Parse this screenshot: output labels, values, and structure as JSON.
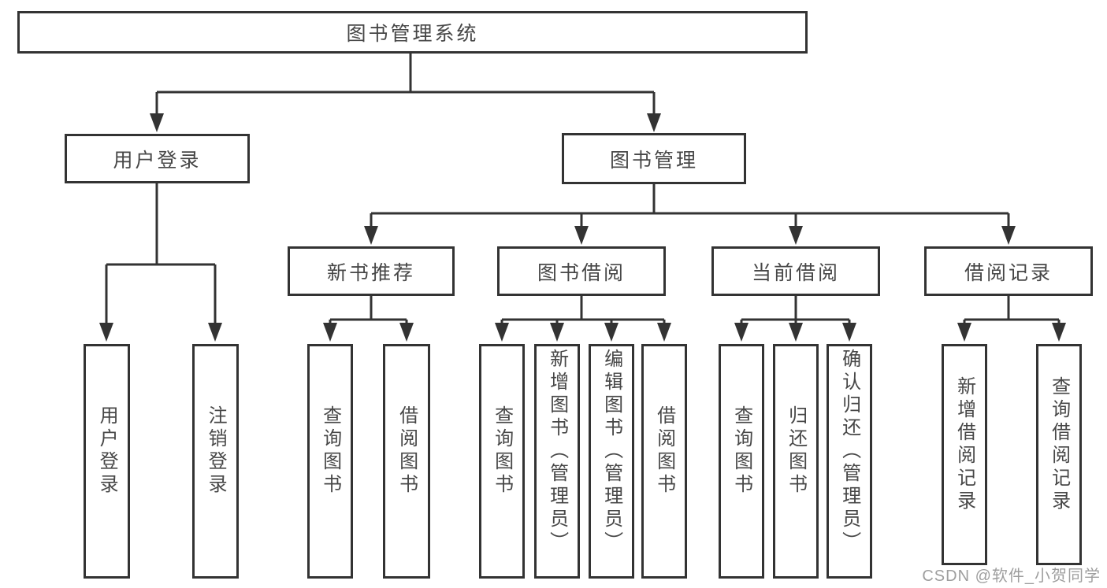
{
  "tree": {
    "label": "图书管理系统",
    "children": [
      {
        "label": "用户登录",
        "children": [
          {
            "label": "用户登录"
          },
          {
            "label": "注销登录"
          }
        ]
      },
      {
        "label": "图书管理",
        "children": [
          {
            "label": "新书推荐",
            "children": [
              {
                "label": "查询图书"
              },
              {
                "label": "借阅图书"
              }
            ]
          },
          {
            "label": "图书借阅",
            "children": [
              {
                "label": "查询图书"
              },
              {
                "label": "新增图书（管理员）"
              },
              {
                "label": "编辑图书（管理员）"
              },
              {
                "label": "借阅图书"
              }
            ]
          },
          {
            "label": "当前借阅",
            "children": [
              {
                "label": "查询图书"
              },
              {
                "label": "归还图书"
              },
              {
                "label": "确认归还（管理员）"
              }
            ]
          },
          {
            "label": "借阅记录",
            "children": [
              {
                "label": "新增借阅记录"
              },
              {
                "label": "查询借阅记录"
              }
            ]
          }
        ]
      }
    ]
  },
  "watermark": "CSDN @软件_小贺同学",
  "colors": {
    "line": "#333333",
    "text": "#474747",
    "background": "#ffffff",
    "watermark": "#9e9e9e"
  }
}
